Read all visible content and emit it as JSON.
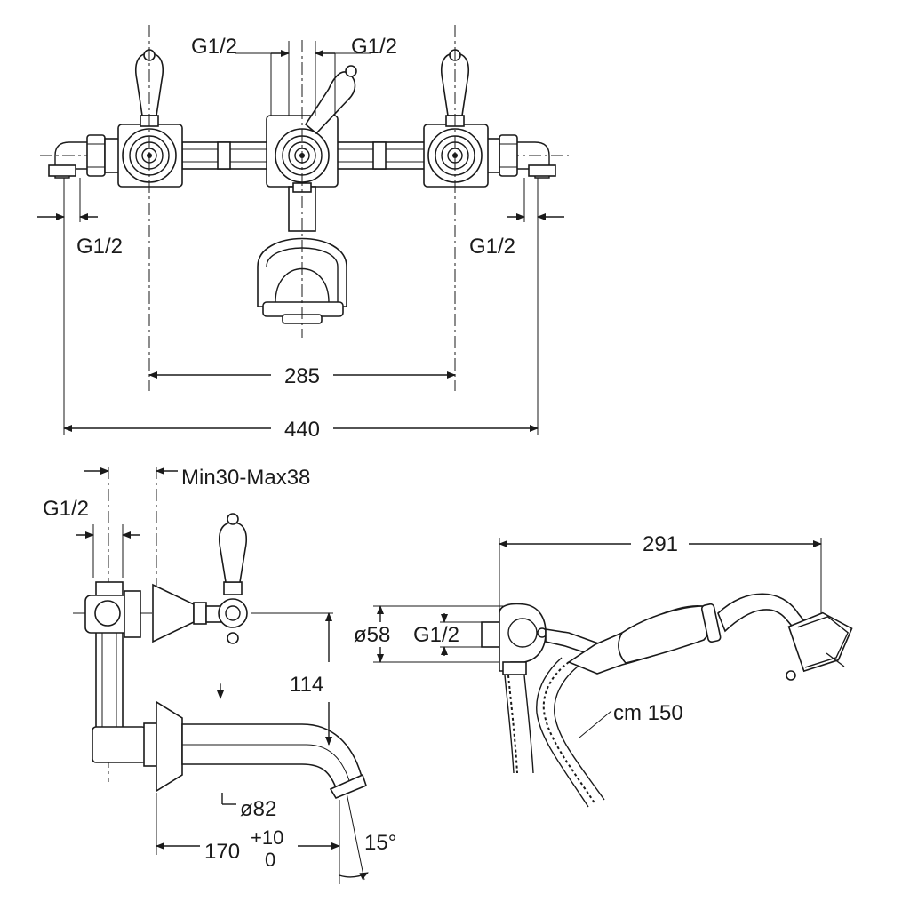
{
  "top_view": {
    "label_inlet_left_top": "G1/2",
    "label_inlet_right_top": "G1/2",
    "label_inlet_left": "G1/2",
    "label_inlet_right": "G1/2",
    "dim_handles": "285",
    "dim_overall": "440"
  },
  "side_view": {
    "label_inlet": "G1/2",
    "label_wall": "Min30-Max38",
    "dim_height": "114",
    "dim_spout_dia": "ø82",
    "dim_length": "170",
    "tol_upper": "+10",
    "tol_lower": "0",
    "angle": "15°"
  },
  "handshower": {
    "dim_length": "291",
    "dim_dia": "ø58",
    "label_connection": "G1/2",
    "label_hose": "cm 150"
  }
}
